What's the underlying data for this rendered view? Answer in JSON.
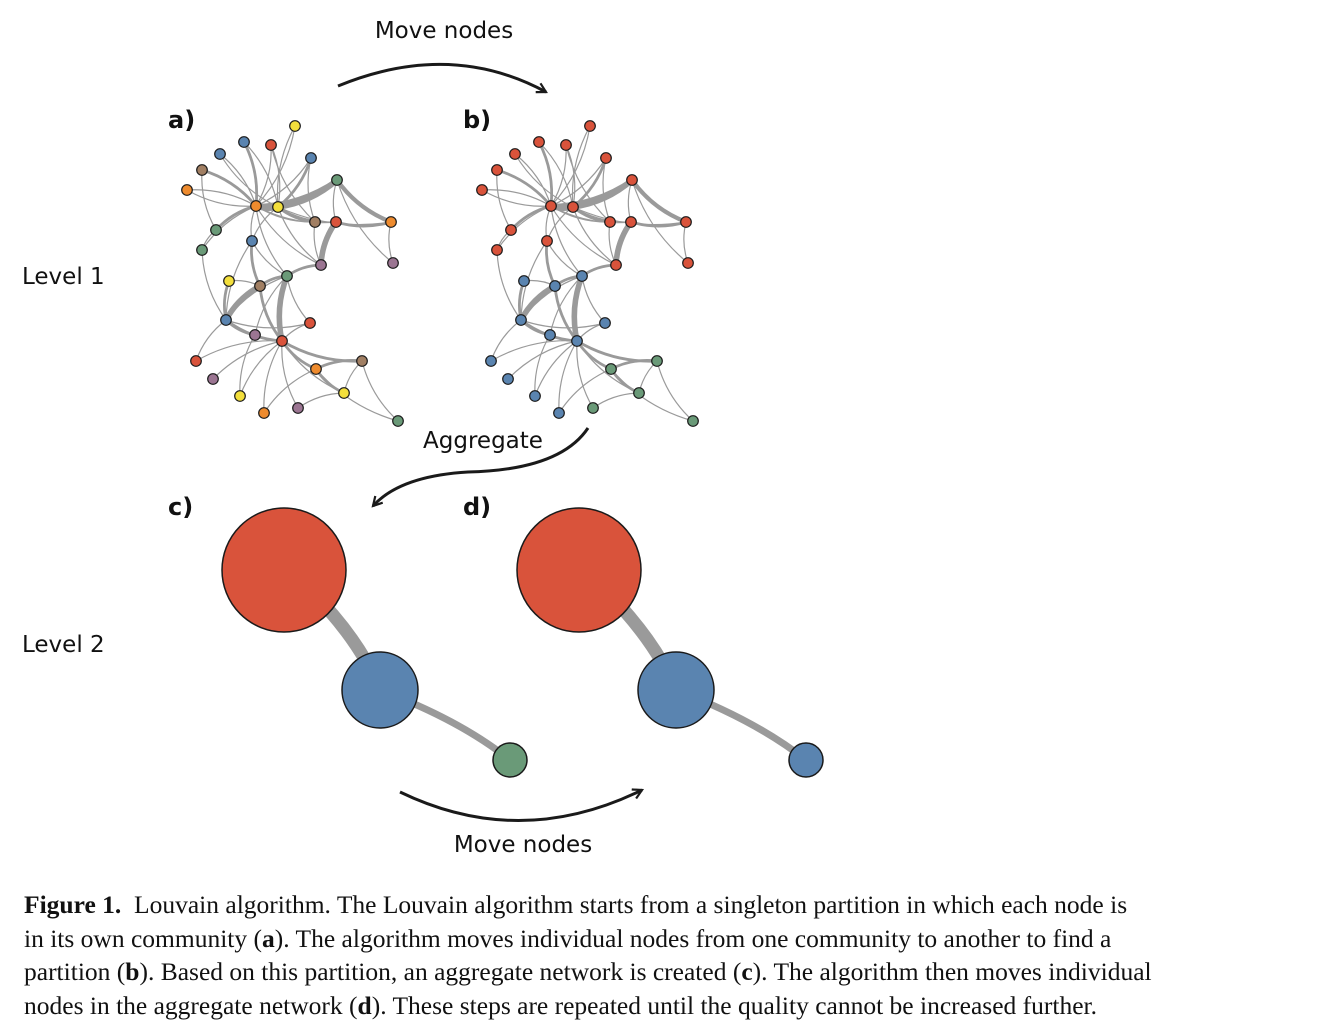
{
  "labels": {
    "level1": "Level 1",
    "level2": "Level 2",
    "panel_a": "a)",
    "panel_b": "b)",
    "panel_c": "c)",
    "panel_d": "d)",
    "move_nodes_top": "Move nodes",
    "aggregate": "Aggregate",
    "move_nodes_bottom": "Move nodes"
  },
  "colors": {
    "red": "#d9533b",
    "blue": "#5a84b0",
    "green": "#6a9a78",
    "orange": "#ee8b2e",
    "yellow": "#f3df3c",
    "brown": "#a17f63",
    "purple": "#9b7592",
    "edge": "#9a9a9a",
    "arrow": "#1a1a1a"
  },
  "caption": {
    "lead": "Figure 1.",
    "line1": "Louvain algorithm. The Louvain algorithm starts from a singleton partition in which each node is",
    "line2_a": "in its own community (",
    "line2_b": "a",
    "line2_c": "). The algorithm moves individual nodes from one community to another to find a",
    "line3_a": "partition (",
    "line3_b": "b",
    "line3_c": "). Based on this partition, an aggregate network is created (",
    "line3_d": "c",
    "line3_e": "). The algorithm then moves individual",
    "line4_a": "nodes in the aggregate network (",
    "line4_b": "d",
    "line4_c": "). These steps are repeated until the quality cannot be increased further."
  }
}
